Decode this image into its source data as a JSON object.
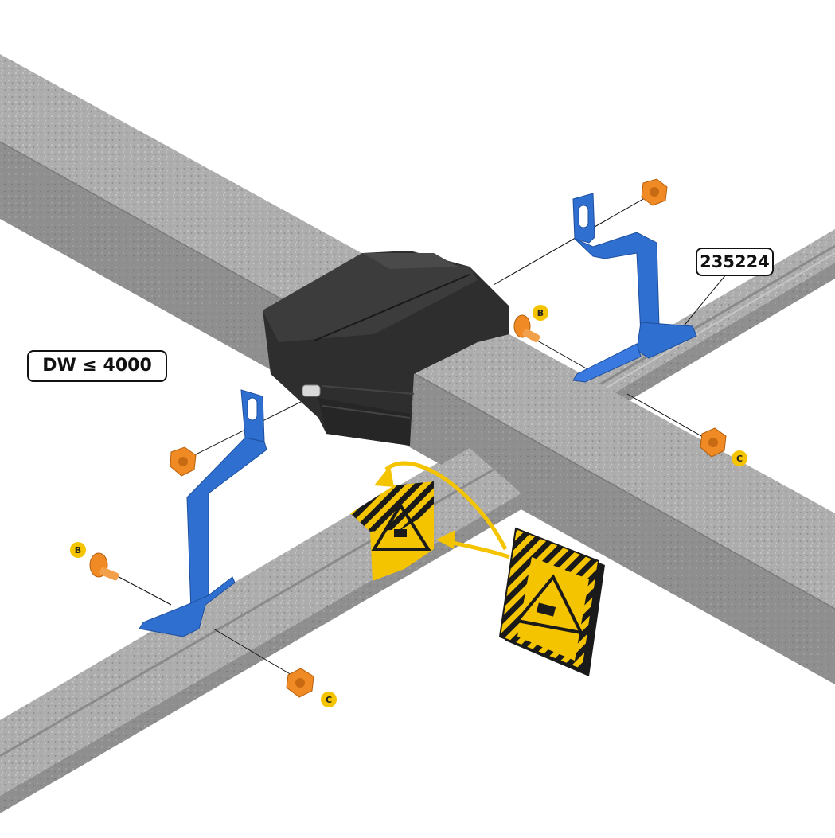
{
  "labels": {
    "capacity": "DW ≤ 4000",
    "part_number": "235224"
  },
  "callouts": {
    "bolt_right": "B",
    "bolt_left": "B",
    "nut_right": "C",
    "nut_left": "C"
  },
  "icons": [
    "crush-hazard-warning-icon",
    "flange-bolt-icon",
    "flange-nut-icon"
  ],
  "colors": {
    "beam": "#a9a9a9",
    "bracket": "#2f6fd0",
    "hardware": "#f08a24",
    "callout": "#f5c400",
    "guide_block": "#2e2e2e",
    "hazard_yellow": "#f5c400"
  }
}
